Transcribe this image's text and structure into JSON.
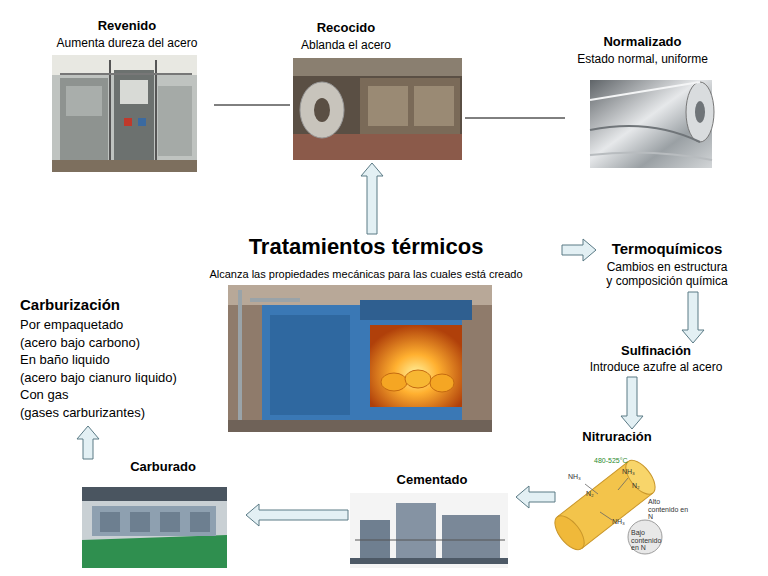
{
  "diagram": {
    "nodes": [
      {
        "text": [
          "Revenido",
          "Aumenta dureza del acero"
        ]
      },
      {
        "text": [
          "Recocido",
          "Ablanda el acero"
        ]
      },
      {
        "text": [
          "Normalizado",
          "Estado normal, uniforme"
        ]
      },
      {
        "text": [
          "Tratamientos térmicos",
          "Alcanza las propiedades mecánicas para las cuales está creado"
        ]
      },
      {
        "text": [
          "Termoquímicos",
          "Cambios en estructura y composición química"
        ]
      },
      {
        "text": [
          "Carburización",
          "Por empaquetado",
          "(acero bajo carbono)",
          "En baño liquido",
          "(acero bajo cianuro liquido)",
          "Con gas",
          "(gases carburizantes)"
        ]
      },
      {
        "text": [
          "Sulfinación",
          "Introduce azufre al acero"
        ]
      },
      {
        "text": [
          "Nitruración"
        ]
      },
      {
        "text": [
          "Carburado"
        ]
      },
      {
        "text": [
          "Cementado"
        ]
      }
    ],
    "edges": [
      {
        "from": 3,
        "to": 1,
        "arrow": "to"
      },
      {
        "from": 0,
        "to": 1,
        "arrow": "none"
      },
      {
        "from": 1,
        "to": 2,
        "arrow": "none"
      },
      {
        "from": 3,
        "to": 4,
        "arrow": "to"
      },
      {
        "from": 4,
        "to": 6,
        "arrow": "to"
      },
      {
        "from": 6,
        "to": 7,
        "arrow": "to"
      },
      {
        "from": 7,
        "to": 9,
        "arrow": "to"
      },
      {
        "from": 9,
        "to": 8,
        "arrow": "to"
      },
      {
        "from": 8,
        "to": 5,
        "arrow": "to"
      }
    ],
    "labels": [
      "480-525°C",
      "NH₃",
      "N₂",
      "NH₃",
      "N₂",
      "NH₃",
      "Alto contenido en N",
      "Bajo contenido en N"
    ]
  }
}
